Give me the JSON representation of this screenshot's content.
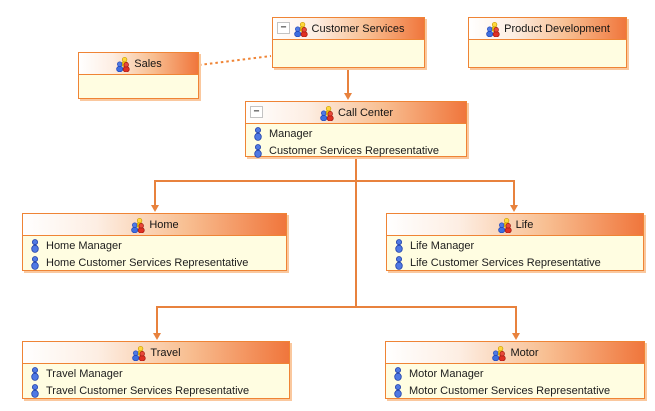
{
  "diagram": {
    "type": "org-chart",
    "boxes": {
      "sales": {
        "title": "Sales",
        "roles": []
      },
      "customer_services": {
        "title": "Customer Services",
        "collapse_label": "−",
        "roles": []
      },
      "product_development": {
        "title": "Product Development",
        "roles": []
      },
      "call_center": {
        "title": "Call Center",
        "collapse_label": "−",
        "roles": [
          "Manager",
          "Customer Services Representative"
        ]
      },
      "home": {
        "title": "Home",
        "roles": [
          "Home Manager",
          "Home Customer Services Representative"
        ]
      },
      "life": {
        "title": "Life",
        "roles": [
          "Life Manager",
          "Life Customer Services Representative"
        ]
      },
      "travel": {
        "title": "Travel",
        "roles": [
          "Travel Manager",
          "Travel Customer Services Representative"
        ]
      },
      "motor": {
        "title": "Motor",
        "roles": [
          "Motor Manager",
          "Motor Customer Services Representative"
        ]
      }
    },
    "connections": [
      {
        "from": "Sales",
        "to": "Customer Services",
        "style": "dotted"
      },
      {
        "from": "Customer Services",
        "to": "Call Center",
        "style": "solid-arrow"
      },
      {
        "from": "Call Center",
        "to": "Home",
        "style": "solid-arrow"
      },
      {
        "from": "Call Center",
        "to": "Life",
        "style": "solid-arrow"
      },
      {
        "from": "Call Center",
        "to": "Travel",
        "style": "solid-arrow"
      },
      {
        "from": "Call Center",
        "to": "Motor",
        "style": "solid-arrow"
      }
    ],
    "colors": {
      "box_border": "#ef8435",
      "header_gradient_start": "#ffffff",
      "header_gradient_end": "#f0763c",
      "body_background": "#fffde1",
      "box_shadow": "#fac89e",
      "connector": "#e8823d",
      "text": "#1c1c1c"
    },
    "icons": {
      "header": "group-icon",
      "role": "person-icon"
    }
  }
}
